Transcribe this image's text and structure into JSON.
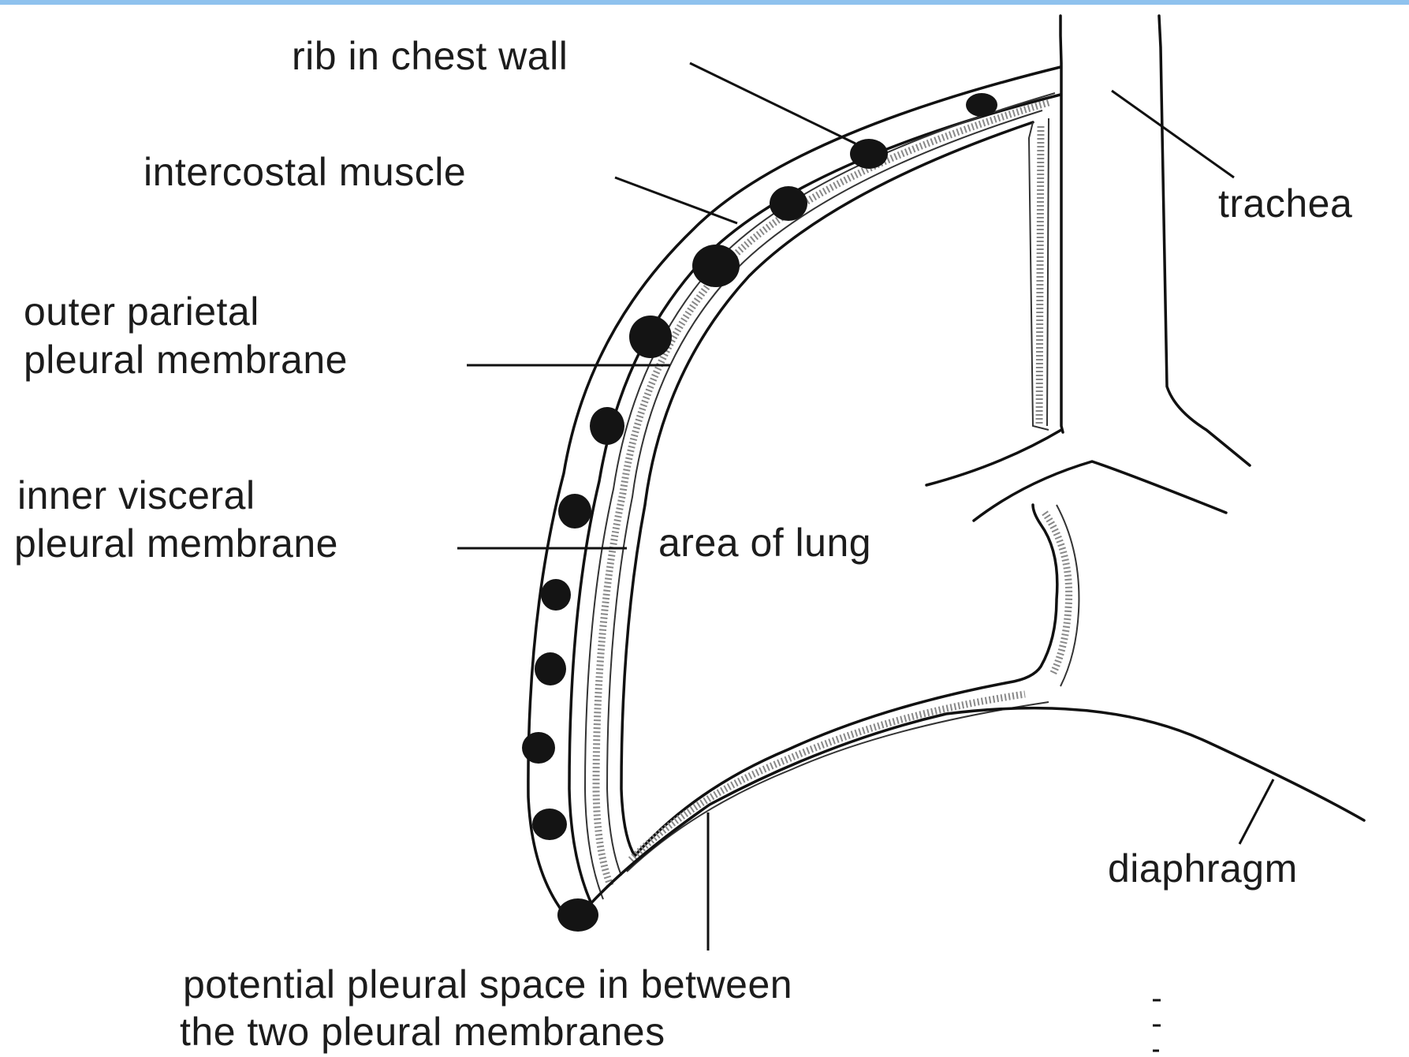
{
  "labels": {
    "rib": "rib in chest wall",
    "intercostal": "intercostal muscle",
    "trachea": "trachea",
    "parietal_line1": "outer parietal",
    "parietal_line2": "pleural membrane",
    "visceral_line1": "inner visceral",
    "visceral_line2": "pleural membrane",
    "lung_area": "area of lung",
    "diaphragm": "diaphragm",
    "pleural_space_line1": "potential pleural space in between",
    "pleural_space_line2": "the two pleural membranes"
  },
  "colors": {
    "accent_bar": "#8fc2ee",
    "ink": "#111111",
    "background": "#ffffff"
  }
}
